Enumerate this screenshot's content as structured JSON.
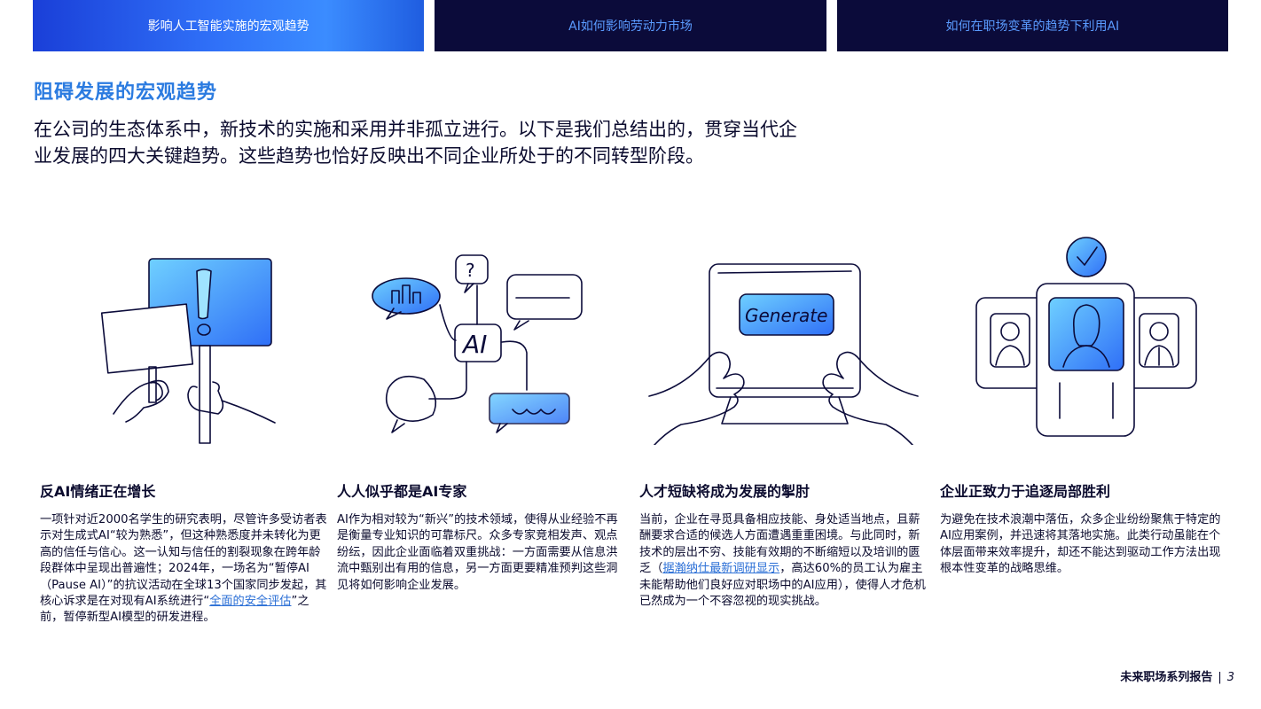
{
  "tabs": [
    {
      "label": "影响人工智能实施的宏观趋势",
      "active": true
    },
    {
      "label": "AI如何影响劳动力市场",
      "active": false
    },
    {
      "label": "如何在职场变革的趋势下利用AI",
      "active": false
    }
  ],
  "section_title": "阻碍发展的宏观趋势",
  "intro": "在公司的生态体系中，新技术的实施和采用并非孤立进行。以下是我们总结出的，贯穿当代企业发展的四大关键趋势。这些趋势也恰好反映出不同企业所处于的不同转型阶段。",
  "illustrations": {
    "chat_ai_label": "AI",
    "keyboard_button_label": "Generate",
    "question_mark": "?"
  },
  "trends": [
    {
      "title": "反AI情绪正在增长",
      "text_before": "一项针对近2000名学生的研究表明，尽管许多受访者表示对生成式AI“较为熟悉”，但这种熟悉度并未转化为更高的信任与信心。这一认知与信任的割裂现象在跨年龄段群体中呈现出普遍性；2024年，一场名为“暂停AI（Pause AI）”的抗议活动在全球13个国家同步发起，其核心诉求是在对现有AI系统进行“",
      "link": "全面的安全评估",
      "text_after": "”之前，暂停新型AI模型的研发进程。"
    },
    {
      "title": "人人似乎都是AI专家",
      "text_before": "AI作为相对较为“新兴”的技术领域，使得从业经验不再是衡量专业知识的可靠标尺。众多专家竞相发声、观点纷纭，因此企业面临着双重挑战：一方面需要从信息洪流中甄别出有用的信息，另一方面更要精准预判这些洞见将如何影响企业发展。",
      "link": "",
      "text_after": ""
    },
    {
      "title": "人才短缺将成为发展的掣肘",
      "text_before": "当前，企业在寻觅具备相应技能、身处适当地点，且薪酬要求合适的候选人方面遭遇重重困境。与此同时，新技术的层出不穷、技能有效期的不断缩短以及培训的匮乏（",
      "link": "据瀚纳仕最新调研显示",
      "text_after": "，高达60%的员工认为雇主未能帮助他们良好应对职场中的AI应用），使得人才危机已然成为一个不容忽视的现实挑战。"
    },
    {
      "title": "企业正致力于追逐局部胜利",
      "text_before": "为避免在技术浪潮中落伍，众多企业纷纷聚焦于特定的AI应用案例，并迅速将其落地实施。此类行动虽能在个体层面带来效率提升，却还不能达到驱动工作方法出现根本性变革的战略思维。",
      "link": "",
      "text_after": ""
    }
  ],
  "footer": {
    "report_name": "未来职场系列报告",
    "separator": "|",
    "page_number": "3"
  },
  "colors": {
    "accent_blue": "#2b7be0",
    "tab_dark": "#0b0b3a",
    "tab_text_inactive": "#5a9bff",
    "text_dark": "#0b0b2e",
    "link": "#2b6fd6"
  }
}
